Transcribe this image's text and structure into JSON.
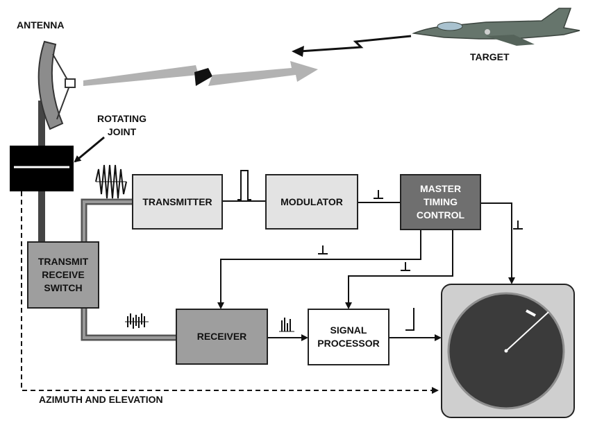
{
  "labels": {
    "antenna": "ANTENNA",
    "target": "TARGET",
    "rotating_joint": "ROTATING\nJOINT",
    "transmitter": "TRANSMITTER",
    "modulator": "MODULATOR",
    "master_timing_control": "MASTER\nTIMING\nCONTROL",
    "transmit_receive_switch": "TRANSMIT\nRECEIVE\nSWITCH",
    "receiver": "RECEIVER",
    "signal_processor": "SIGNAL\nPROCESSOR",
    "azimuth_elevation": "AZIMUTH AND ELEVATION"
  }
}
